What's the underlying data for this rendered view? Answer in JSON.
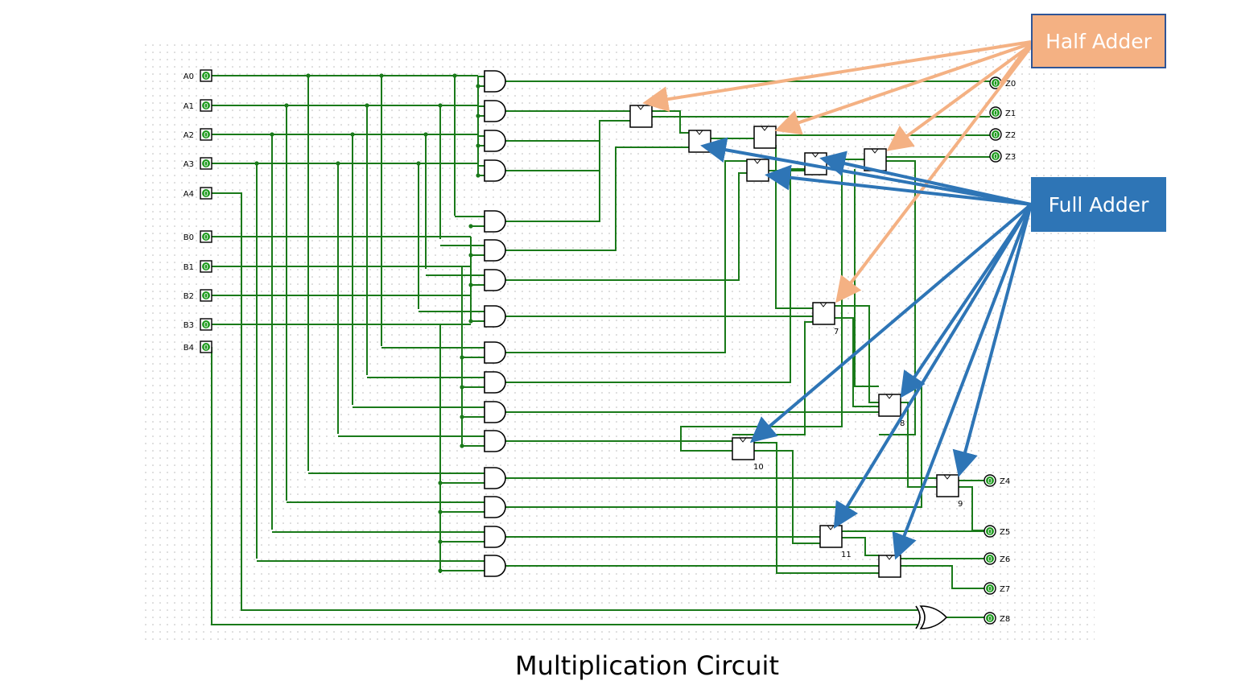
{
  "inputs": {
    "a": [
      "A0",
      "A1",
      "A2",
      "A3",
      "A4"
    ],
    "b": [
      "B0",
      "B1",
      "B2",
      "B3",
      "B4"
    ],
    "value": "0"
  },
  "outputs": [
    "Z0",
    "Z1",
    "Z2",
    "Z3",
    "Z4",
    "Z5",
    "Z6",
    "Z7",
    "Z8"
  ],
  "adder_labels": [
    "7",
    "8",
    "9",
    "10",
    "11"
  ],
  "callouts": {
    "half_adder": "Half Adder",
    "full_adder": "Full Adder"
  },
  "caption": "Multiplication Circuit",
  "colors": {
    "wire": "#1a7a1a",
    "half_adder": "#f4b183",
    "full_adder": "#2e75b6",
    "grid_dot": "#b8b8b8"
  }
}
